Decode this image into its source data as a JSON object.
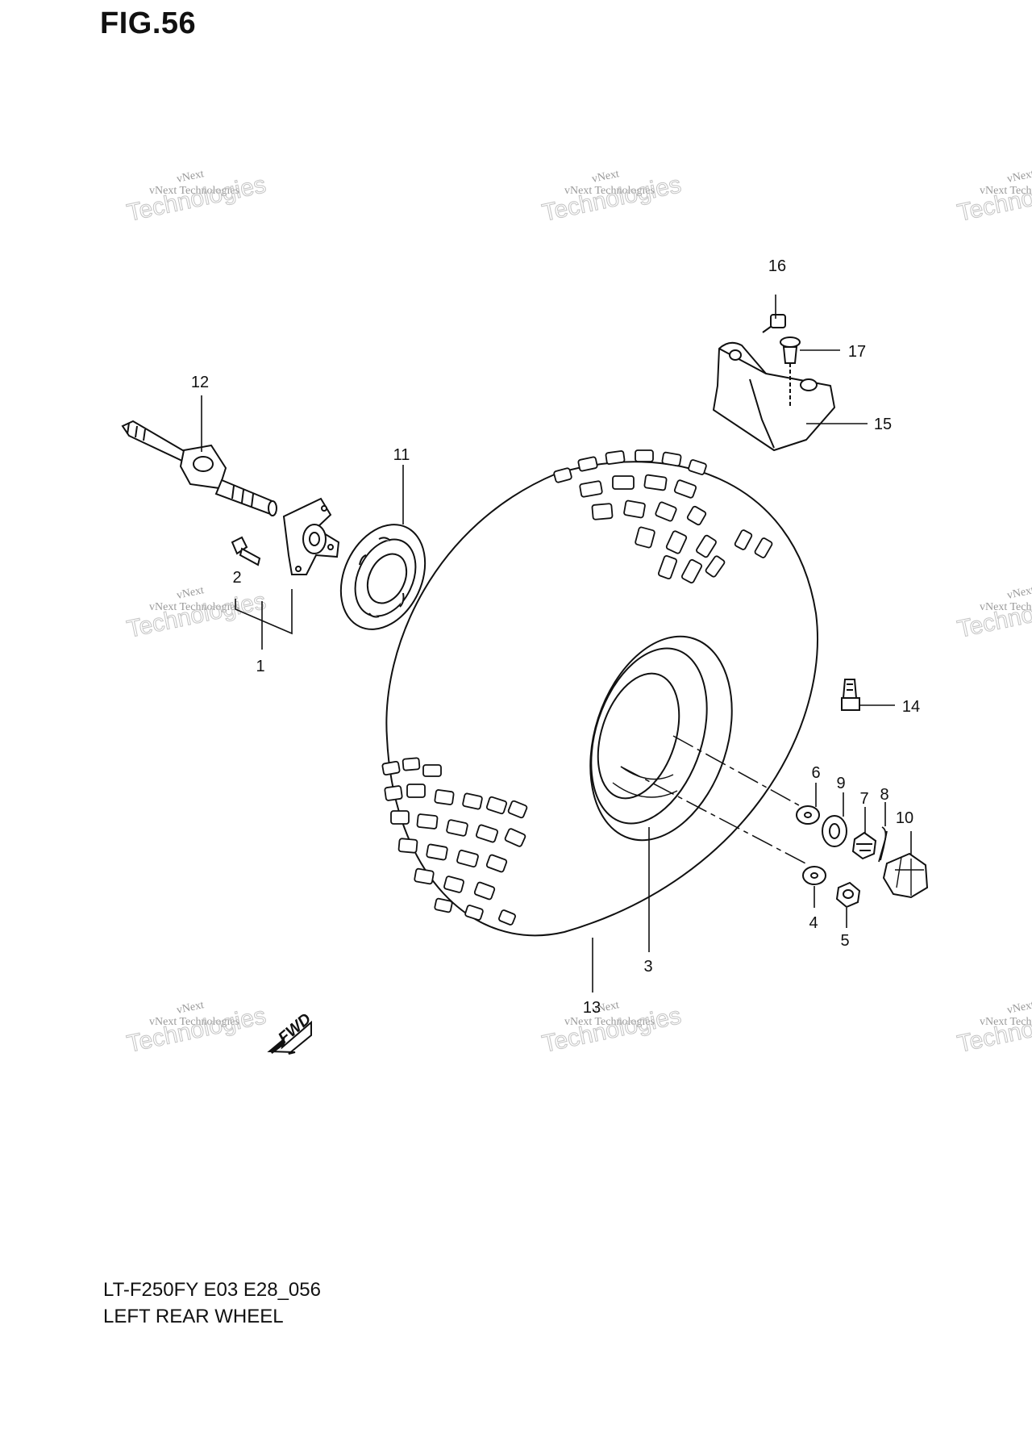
{
  "figure": {
    "title": "FIG.56"
  },
  "caption": {
    "model_code": "LT-F250FY E03 E28_056",
    "description": "LEFT REAR WHEEL"
  },
  "watermark": {
    "brand": "vNext",
    "company": "vNext Technologies",
    "word": "Technologies"
  },
  "callouts": [
    {
      "id": "1",
      "label": "1"
    },
    {
      "id": "2",
      "label": "2"
    },
    {
      "id": "3",
      "label": "3"
    },
    {
      "id": "4",
      "label": "4"
    },
    {
      "id": "5",
      "label": "5"
    },
    {
      "id": "6",
      "label": "6"
    },
    {
      "id": "7",
      "label": "7"
    },
    {
      "id": "8",
      "label": "8"
    },
    {
      "id": "9",
      "label": "9"
    },
    {
      "id": "10",
      "label": "10"
    },
    {
      "id": "11",
      "label": "11"
    },
    {
      "id": "12",
      "label": "12"
    },
    {
      "id": "13",
      "label": "13"
    },
    {
      "id": "14",
      "label": "14"
    },
    {
      "id": "15",
      "label": "15"
    },
    {
      "id": "16",
      "label": "16"
    },
    {
      "id": "17",
      "label": "17"
    }
  ],
  "direction_arrow": {
    "label": "FWD"
  }
}
